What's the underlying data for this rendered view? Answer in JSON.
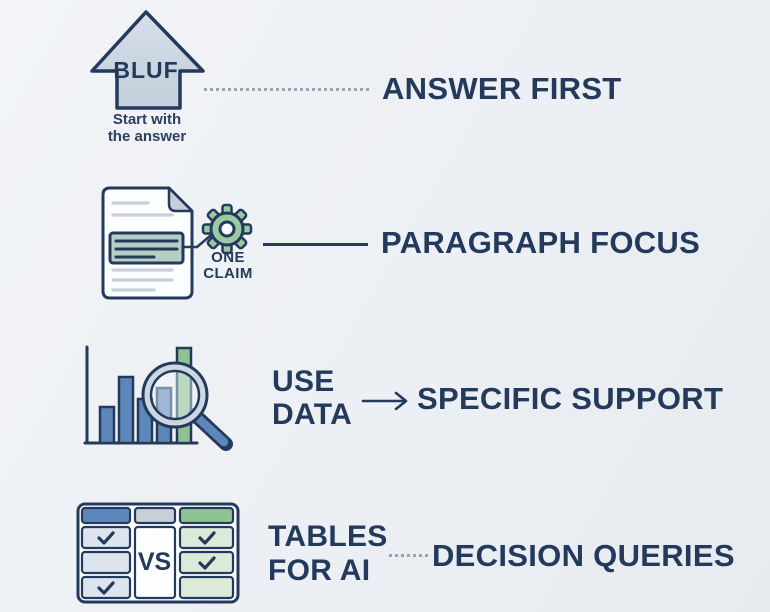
{
  "palette": {
    "navy": "#233a5c",
    "blue": "#5d87ba",
    "green": "#8ec492",
    "gear_green": "#9cc9a0",
    "box_green": "#b7cec3",
    "cell_blue": "#dde4ee",
    "cell_green": "#dcead9",
    "header_gray": "#c9cfd6",
    "arrow_fill": "#ccd6e2",
    "dotted_gray": "#9aa4af",
    "background": "#edf0f4"
  },
  "rows": [
    {
      "icon": "bluf-up-arrow",
      "icon_label": "BLUF",
      "caption": "Start with the answer",
      "connector": "dotted",
      "title": "ANSWER FIRST"
    },
    {
      "icon": "document-with-gear",
      "icon_label_lines": [
        "ONE",
        "CLAIM"
      ],
      "connector": "solid",
      "title": "PARAGRAPH FOCUS"
    },
    {
      "icon": "bar-chart-with-magnifier",
      "label_lines": [
        "USE",
        "DATA"
      ],
      "connector": "arrow",
      "title": "SPECIFIC SUPPORT"
    },
    {
      "icon": "comparison-table",
      "icon_label": "VS",
      "label_lines": [
        "TABLES",
        "FOR AI"
      ],
      "connector": "dotted",
      "title": "DECISION QUERIES"
    }
  ]
}
